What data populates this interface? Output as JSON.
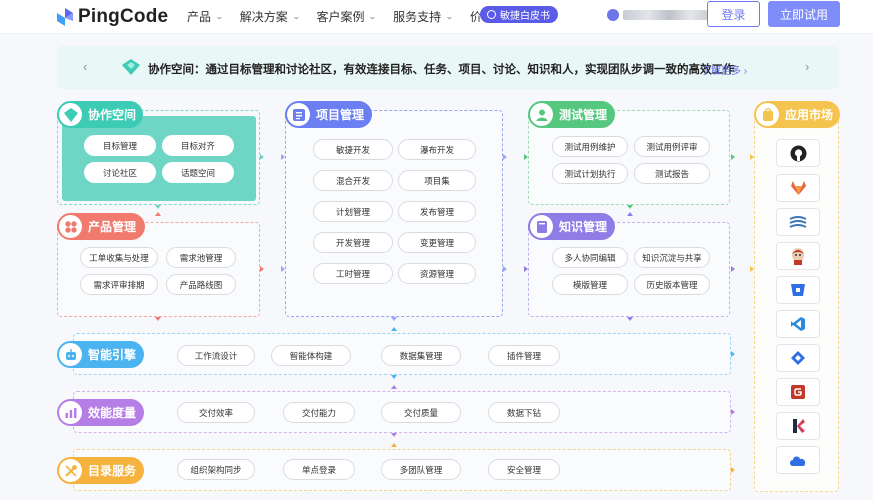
{
  "nav": {
    "brand": "PingCode",
    "menu": [
      {
        "label": "产品",
        "chevron": true
      },
      {
        "label": "解决方案",
        "chevron": true
      },
      {
        "label": "客户案例",
        "chevron": true
      },
      {
        "label": "服务支持",
        "chevron": true
      },
      {
        "label": "价格",
        "chevron": false
      }
    ],
    "pill": "敏捷白皮书",
    "login": "登录",
    "trial": "立即试用"
  },
  "banner": {
    "text": "协作空间：通过目标管理和讨论社区，有效连接目标、任务、项目、讨论、知识和人，实现团队步调一致的高效工作",
    "more": "了解更多 ›",
    "prev": "‹",
    "next": "›"
  },
  "modules": {
    "collab": {
      "title": "协作空间",
      "items": [
        "目标管理",
        "目标对齐",
        "讨论社区",
        "话题空间"
      ],
      "color": "#3ccbb5"
    },
    "product": {
      "title": "产品管理",
      "items": [
        "工单收集与处理",
        "需求池管理",
        "需求评审排期",
        "产品路线图"
      ],
      "color": "#f07a6e"
    },
    "project": {
      "title": "项目管理",
      "items": [
        "敏捷开发",
        "瀑布开发",
        "混合开发",
        "项目集",
        "计划管理",
        "发布管理",
        "开发管理",
        "变更管理",
        "工时管理",
        "资源管理"
      ],
      "color": "#6b7ef2"
    },
    "test": {
      "title": "测试管理",
      "items": [
        "测试用例维护",
        "测试用例评审",
        "测试计划执行",
        "测试报告"
      ],
      "color": "#56c77f"
    },
    "knowledge": {
      "title": "知识管理",
      "items": [
        "多人协同编辑",
        "知识沉淀与共享",
        "模版管理",
        "历史版本管理"
      ],
      "color": "#8f7ce6"
    },
    "market": {
      "title": "应用市场",
      "color": "#f4c44e"
    },
    "ai": {
      "title": "智能引擎",
      "items": [
        "工作流设计",
        "智能体构建",
        "数据集管理",
        "插件管理"
      ],
      "color": "#4bb3ef"
    },
    "metrics": {
      "title": "效能度量",
      "items": [
        "交付效率",
        "交付能力",
        "交付质量",
        "数据下钻"
      ],
      "color": "#b47ee6"
    },
    "directory": {
      "title": "目录服务",
      "items": [
        "组织架构同步",
        "单点登录",
        "多团队管理",
        "安全管理"
      ],
      "color": "#f5b23d"
    }
  },
  "apps": [
    {
      "icon": "github-icon",
      "color": "#222222"
    },
    {
      "icon": "gitlab-icon",
      "color": "#e8633a"
    },
    {
      "icon": "sonarqube-icon",
      "color": "#3c77b8"
    },
    {
      "icon": "jenkins-icon",
      "color": "#c0392b"
    },
    {
      "icon": "bitbucket-icon",
      "color": "#2f6fe4"
    },
    {
      "icon": "vscode-icon",
      "color": "#2a8bdc"
    },
    {
      "icon": "jira-icon",
      "color": "#2f6fe4"
    },
    {
      "icon": "gitee-icon",
      "color": "#c7362b"
    },
    {
      "icon": "kubernetes-icon",
      "color": "#d63f5c"
    },
    {
      "icon": "cloud-icon",
      "color": "#2f6fe4"
    }
  ]
}
